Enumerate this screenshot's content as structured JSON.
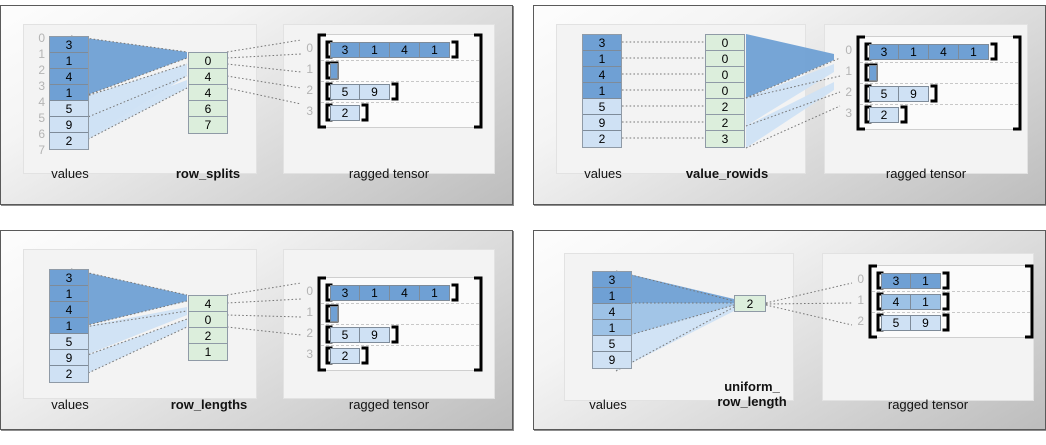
{
  "colors": {
    "dark_blue": "#6fa0d4",
    "mid_blue": "#9dc2e6",
    "light_blue": "#cfe1f4",
    "green": "#dceedc",
    "cell_border": "#7e8b99",
    "index_gray": "#b4b4b4",
    "panel_border": "#5a5a5a",
    "dotted_line": "#777777"
  },
  "panels": [
    {
      "id": "row-splits",
      "values_label": "values",
      "partition_label": "row_splits",
      "tensor_label": "ragged tensor",
      "show_value_indices": true,
      "value_indices": [
        "0",
        "1",
        "2",
        "3",
        "4",
        "5",
        "6",
        "7"
      ],
      "values": [
        "3",
        "1",
        "4",
        "1",
        "5",
        "9",
        "2"
      ],
      "value_shades": [
        "dark",
        "dark",
        "dark",
        "dark",
        "light",
        "light",
        "light"
      ],
      "partition": [
        "0",
        "4",
        "4",
        "6",
        "7"
      ],
      "tensor_row_indices": [
        "0",
        "1",
        "2",
        "3"
      ],
      "tensor_rows": [
        {
          "cells": [
            "3",
            "1",
            "4",
            "1"
          ],
          "shade": "dark"
        },
        {
          "cells": [],
          "shade": "dark"
        },
        {
          "cells": [
            "5",
            "9"
          ],
          "shade": "light"
        },
        {
          "cells": [
            "2"
          ],
          "shade": "light"
        }
      ]
    },
    {
      "id": "value-rowids",
      "values_label": "values",
      "partition_label": "value_rowids",
      "tensor_label": "ragged tensor",
      "show_value_indices": false,
      "value_indices": [],
      "values": [
        "3",
        "1",
        "4",
        "1",
        "5",
        "9",
        "2"
      ],
      "value_shades": [
        "dark",
        "dark",
        "dark",
        "dark",
        "light",
        "light",
        "light"
      ],
      "partition": [
        "0",
        "0",
        "0",
        "0",
        "2",
        "2",
        "3"
      ],
      "tensor_row_indices": [
        "0",
        "1",
        "2",
        "3"
      ],
      "tensor_rows": [
        {
          "cells": [
            "3",
            "1",
            "4",
            "1"
          ],
          "shade": "dark"
        },
        {
          "cells": [],
          "shade": "dark"
        },
        {
          "cells": [
            "5",
            "9"
          ],
          "shade": "light"
        },
        {
          "cells": [
            "2"
          ],
          "shade": "light"
        }
      ]
    },
    {
      "id": "row-lengths",
      "values_label": "values",
      "partition_label": "row_lengths",
      "tensor_label": "ragged tensor",
      "show_value_indices": false,
      "value_indices": [],
      "values": [
        "3",
        "1",
        "4",
        "1",
        "5",
        "9",
        "2"
      ],
      "value_shades": [
        "dark",
        "dark",
        "dark",
        "dark",
        "light",
        "light",
        "light"
      ],
      "partition": [
        "4",
        "0",
        "2",
        "1"
      ],
      "tensor_row_indices": [
        "0",
        "1",
        "2",
        "3"
      ],
      "tensor_rows": [
        {
          "cells": [
            "3",
            "1",
            "4",
            "1"
          ],
          "shade": "dark"
        },
        {
          "cells": [],
          "shade": "dark"
        },
        {
          "cells": [
            "5",
            "9"
          ],
          "shade": "light"
        },
        {
          "cells": [
            "2"
          ],
          "shade": "light"
        }
      ]
    },
    {
      "id": "uniform-row-length",
      "values_label": "values",
      "partition_label": "uniform_\nrow_length",
      "partition_label_line1": "uniform_",
      "partition_label_line2": "row_length",
      "tensor_label": "ragged tensor",
      "show_value_indices": false,
      "value_indices": [],
      "values": [
        "3",
        "1",
        "4",
        "1",
        "5",
        "9"
      ],
      "value_shades": [
        "dark",
        "dark",
        "mid",
        "mid",
        "light",
        "light"
      ],
      "partition": [
        "2"
      ],
      "tensor_row_indices": [
        "0",
        "1",
        "2"
      ],
      "tensor_rows": [
        {
          "cells": [
            "3",
            "1"
          ],
          "shade": "dark"
        },
        {
          "cells": [
            "4",
            "1"
          ],
          "shade": "mid"
        },
        {
          "cells": [
            "5",
            "9"
          ],
          "shade": "light"
        }
      ]
    }
  ]
}
